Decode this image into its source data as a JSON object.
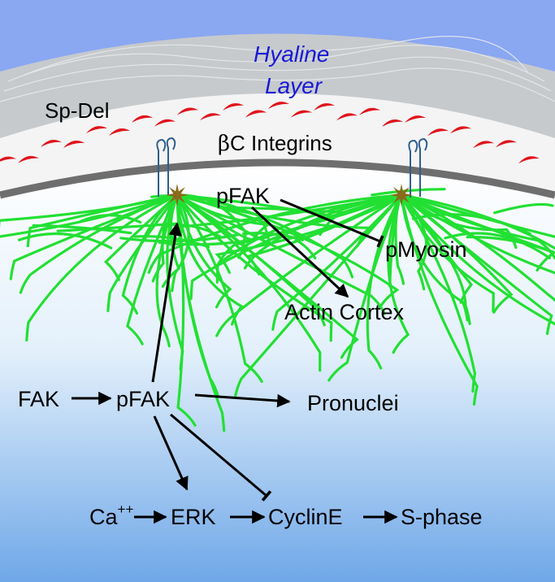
{
  "labels": {
    "hyaline_line1": "Hyaline",
    "hyaline_line2": "Layer",
    "sp_del": "Sp-Del",
    "integrins_prefix": "β",
    "integrins_rest": "C Integrins",
    "pfak_top": "pFAK",
    "pmyosin": "pMyosin",
    "actin_cortex": "Actin Cortex",
    "fak": "FAK",
    "pfak_mid": "pFAK",
    "pronuclei": "Pronuclei",
    "ca": "Ca",
    "ca_sup": "++",
    "erk": "ERK",
    "cycline": "CyclinE",
    "sphase": "S-phase"
  },
  "colors": {
    "sky": "#8aa7f2",
    "hyaline": "#c6cacd",
    "membrane": "#6e6e6e",
    "actin": "#22e033",
    "spdel": "#e0141c",
    "integrin": "#2f5f8f",
    "hyaline_text": "#1a1ad6",
    "focal": "#8a6a1c"
  }
}
